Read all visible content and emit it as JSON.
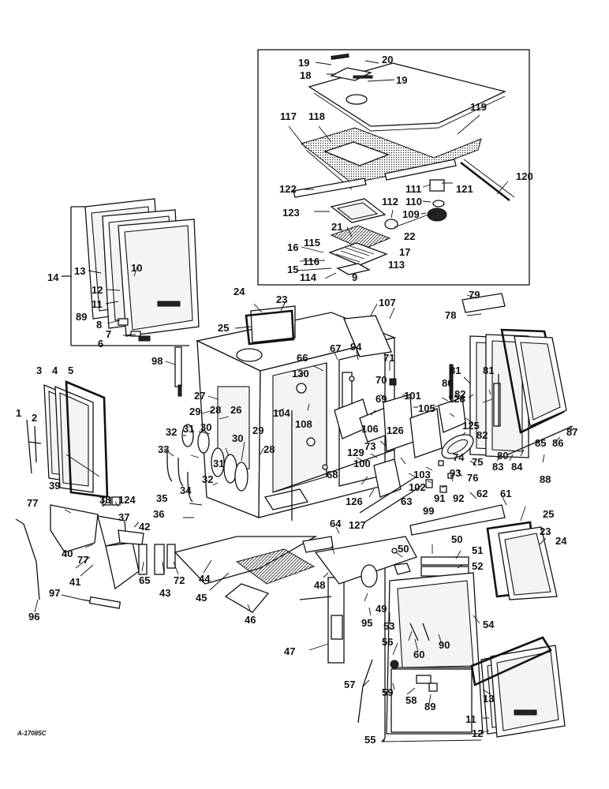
{
  "drawing_ref": "A-17085C",
  "callouts": {
    "c1": "1",
    "c2": "2",
    "c3": "3",
    "c4": "4",
    "c5": "5",
    "c6": "6",
    "c7": "7",
    "c8": "8",
    "c9": "9",
    "c10": "10",
    "c11a": "11",
    "c11b": "11",
    "c12a": "12",
    "c12b": "12",
    "c13a": "13",
    "c13b": "13",
    "c14": "14",
    "c15": "15",
    "c16": "16",
    "c17": "17",
    "c18": "18",
    "c19a": "19",
    "c19b": "19",
    "c20": "20",
    "c21": "21",
    "c22": "22",
    "c23a": "23",
    "c23b": "23",
    "c24a": "24",
    "c24b": "24",
    "c25a": "25",
    "c25b": "25",
    "c26": "26",
    "c27": "27",
    "c28a": "28",
    "c28b": "28",
    "c29a": "29",
    "c29b": "29",
    "c30a": "30",
    "c30b": "30",
    "c31a": "31",
    "c31b": "31",
    "c32a": "32",
    "c32b": "32",
    "c33": "33",
    "c34": "34",
    "c35": "35",
    "c36": "36",
    "c37": "37",
    "c38": "38",
    "c39": "39",
    "c40": "40",
    "c41": "41",
    "c42": "42",
    "c43": "43",
    "c44": "44",
    "c45": "45",
    "c46": "46",
    "c47": "47",
    "c48": "48",
    "c49": "49",
    "c50a": "50",
    "c50b": "50",
    "c51": "51",
    "c52": "52",
    "c53": "53",
    "c54": "54",
    "c55": "55",
    "c56": "56",
    "c57": "57",
    "c58": "58",
    "c59": "59",
    "c60": "60",
    "c61": "61",
    "c62": "62",
    "c63": "63",
    "c64": "64",
    "c65": "65",
    "c66": "66",
    "c67": "67",
    "c68": "68",
    "c69": "69",
    "c70": "70",
    "c71": "71",
    "c72": "72",
    "c73": "73",
    "c74": "74",
    "c75": "75",
    "c76": "76",
    "c77a": "77",
    "c77b": "77",
    "c78": "78",
    "c79": "79",
    "c80a": "80",
    "c80b": "80",
    "c81a": "81",
    "c81b": "81",
    "c82a": "82",
    "c82b": "82",
    "c83": "83",
    "c84": "84",
    "c85": "85",
    "c86": "86",
    "c87": "87",
    "c88": "88",
    "c89a": "89",
    "c89b": "89",
    "c90": "90",
    "c91": "91",
    "c92": "92",
    "c93": "93",
    "c94": "94",
    "c95": "95",
    "c96": "96",
    "c97": "97",
    "c98": "98",
    "c99": "99",
    "c100": "100",
    "c101": "101",
    "c102": "102",
    "c103": "103",
    "c104": "104",
    "c105": "105",
    "c106": "106",
    "c107": "107",
    "c108": "108",
    "c109": "109",
    "c110": "110",
    "c111": "111",
    "c112": "112",
    "c113": "113",
    "c114": "114",
    "c115": "115",
    "c116": "116",
    "c117": "117",
    "c118": "118",
    "c119": "119",
    "c120": "120",
    "c121": "121",
    "c122": "122",
    "c123": "123",
    "c124": "124",
    "c125": "125",
    "c126": "126",
    "c127": "127",
    "c128": "128",
    "c129": "129",
    "c130": "130"
  }
}
